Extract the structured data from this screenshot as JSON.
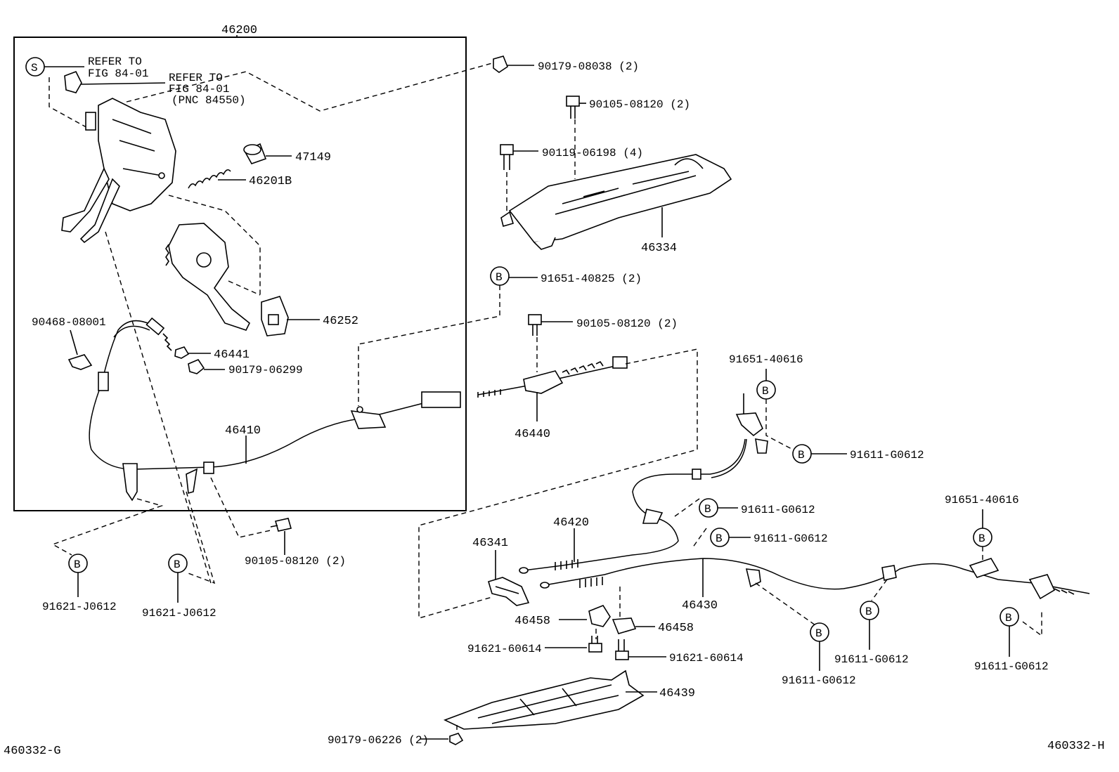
{
  "diagram": {
    "assembly_label": "46200",
    "refer_note_1": [
      "REFER TO",
      "FIG 84-01"
    ],
    "refer_note_2": [
      "REFER TO",
      "FIG 84-01",
      "(PNC 84550)"
    ],
    "circle_s": "S",
    "circle_b": "B",
    "corner_left": "460332-G",
    "corner_right": "460332-H",
    "parts": {
      "p90179_08038": "90179-08038 (2)",
      "p90105_08120_a": "90105-08120 (2)",
      "p90119_06198": "90119-06198 (4)",
      "p46334": "46334",
      "p47149": "47149",
      "p46201B": "46201B",
      "p46252": "46252",
      "p90468_08001": "90468-08001",
      "p46441": "46441",
      "p90179_06299": "90179-06299",
      "p46410": "46410",
      "p91651_40825": "91651-40825 (2)",
      "p90105_08120_b": "90105-08120 (2)",
      "p46440": "46440",
      "p91651_40616_a": "91651-40616",
      "p91611_G0612_a": "91611-G0612",
      "p91611_G0612_b": "91611-G0612",
      "p91611_G0612_c": "91611-G0612",
      "p90105_08120_c": "90105-08120 (2)",
      "p91621_J0612_a": "91621-J0612",
      "p91621_J0612_b": "91621-J0612",
      "p46420": "46420",
      "p46341": "46341",
      "p46430": "46430",
      "p91651_40616_b": "91651-40616",
      "p46458_a": "46458",
      "p46458_b": "46458",
      "p91621_60614_a": "91621-60614",
      "p91621_60614_b": "91621-60614",
      "p91611_G0612_d": "91611-G0612",
      "p91611_G0612_e": "91611-G0612",
      "p91611_G0612_f": "91611-G0612",
      "p46439": "46439",
      "p90179_06226": "90179-06226 (2)"
    }
  }
}
